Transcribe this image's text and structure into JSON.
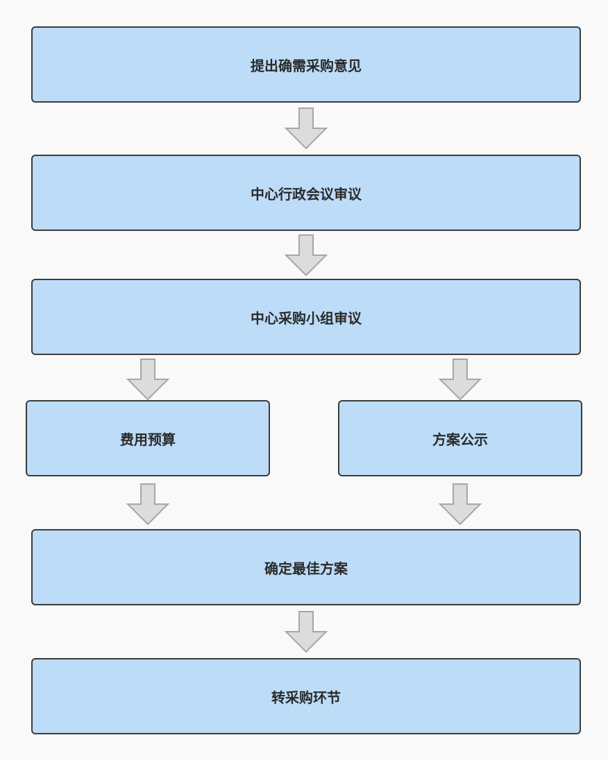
{
  "diagram": {
    "nodes": [
      {
        "id": "n1",
        "label": "提出确需采购意见"
      },
      {
        "id": "n2",
        "label": "中心行政会议审议"
      },
      {
        "id": "n3",
        "label": "中心采购小组审议"
      },
      {
        "id": "n4",
        "label": "费用预算"
      },
      {
        "id": "n5",
        "label": "方案公示"
      },
      {
        "id": "n6",
        "label": "确定最佳方案"
      },
      {
        "id": "n7",
        "label": "转采购环节"
      }
    ],
    "edges": [
      {
        "from": "n1",
        "to": "n2"
      },
      {
        "from": "n2",
        "to": "n3"
      },
      {
        "from": "n3",
        "to": "n4"
      },
      {
        "from": "n3",
        "to": "n5"
      },
      {
        "from": "n4",
        "to": "n6"
      },
      {
        "from": "n5",
        "to": "n6"
      },
      {
        "from": "n6",
        "to": "n7"
      }
    ],
    "colors": {
      "node_fill": "#bcdcf8",
      "node_border": "#3b3b3b",
      "arrow_fill": "#dcdcdc",
      "arrow_stroke": "#a6a6a6",
      "background": "#f9f9f9"
    }
  }
}
